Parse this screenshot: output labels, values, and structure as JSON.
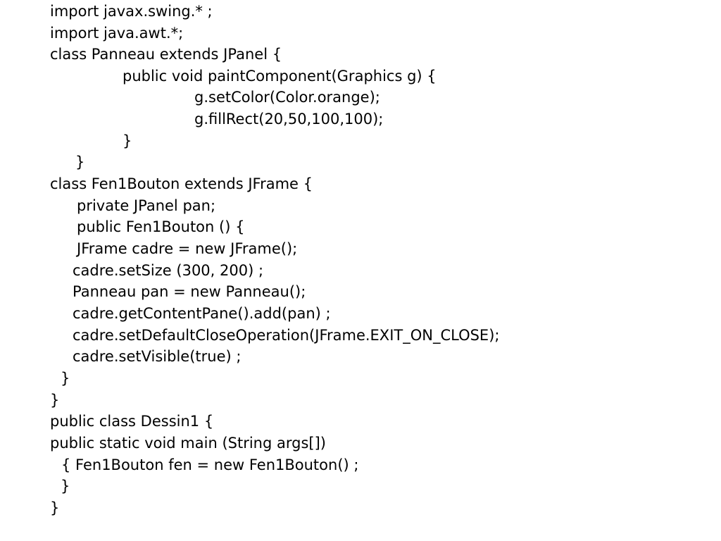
{
  "code": {
    "lines": [
      "import javax.swing.* ;",
      "import java.awt.*;",
      "class Panneau extends JPanel {",
      "public void paintComponent(Graphics g) {",
      "g.setColor(Color.orange);",
      "g.fillRect(20,50,100,100);",
      "}",
      "}",
      "class Fen1Bouton extends JFrame {",
      "private JPanel pan;",
      "public Fen1Bouton () {",
      "JFrame cadre = new JFrame();",
      "cadre.setSize (300, 200) ;",
      "Panneau pan = new Panneau();",
      "cadre.getContentPane().add(pan) ;",
      "cadre.setDefaultCloseOperation(JFrame.EXIT_ON_CLOSE);",
      "cadre.setVisible(true) ;",
      "}",
      "}",
      "public class Dessin1 {",
      "public static void main (String args[])",
      "{ Fen1Bouton fen = new Fen1Bouton() ;",
      "}",
      "}"
    ]
  }
}
